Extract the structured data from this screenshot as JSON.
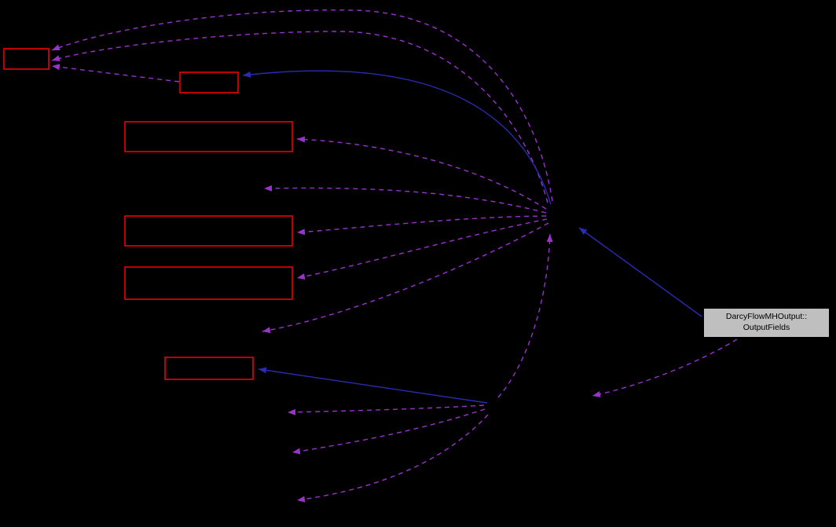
{
  "diagram": {
    "type": "collaboration-graph",
    "background_color": "#000000",
    "colors": {
      "node_border": "#ff0000",
      "dashed_edge": "#9a32cd",
      "solid_edge": "#2b2bb5",
      "main_node_fill": "#bfbfbf",
      "main_node_text": "#000000",
      "main_node_border": "#000000"
    },
    "main_node": {
      "label_line1": "DarcyFlowMHOutput::",
      "label_line2": "OutputFields"
    }
  }
}
